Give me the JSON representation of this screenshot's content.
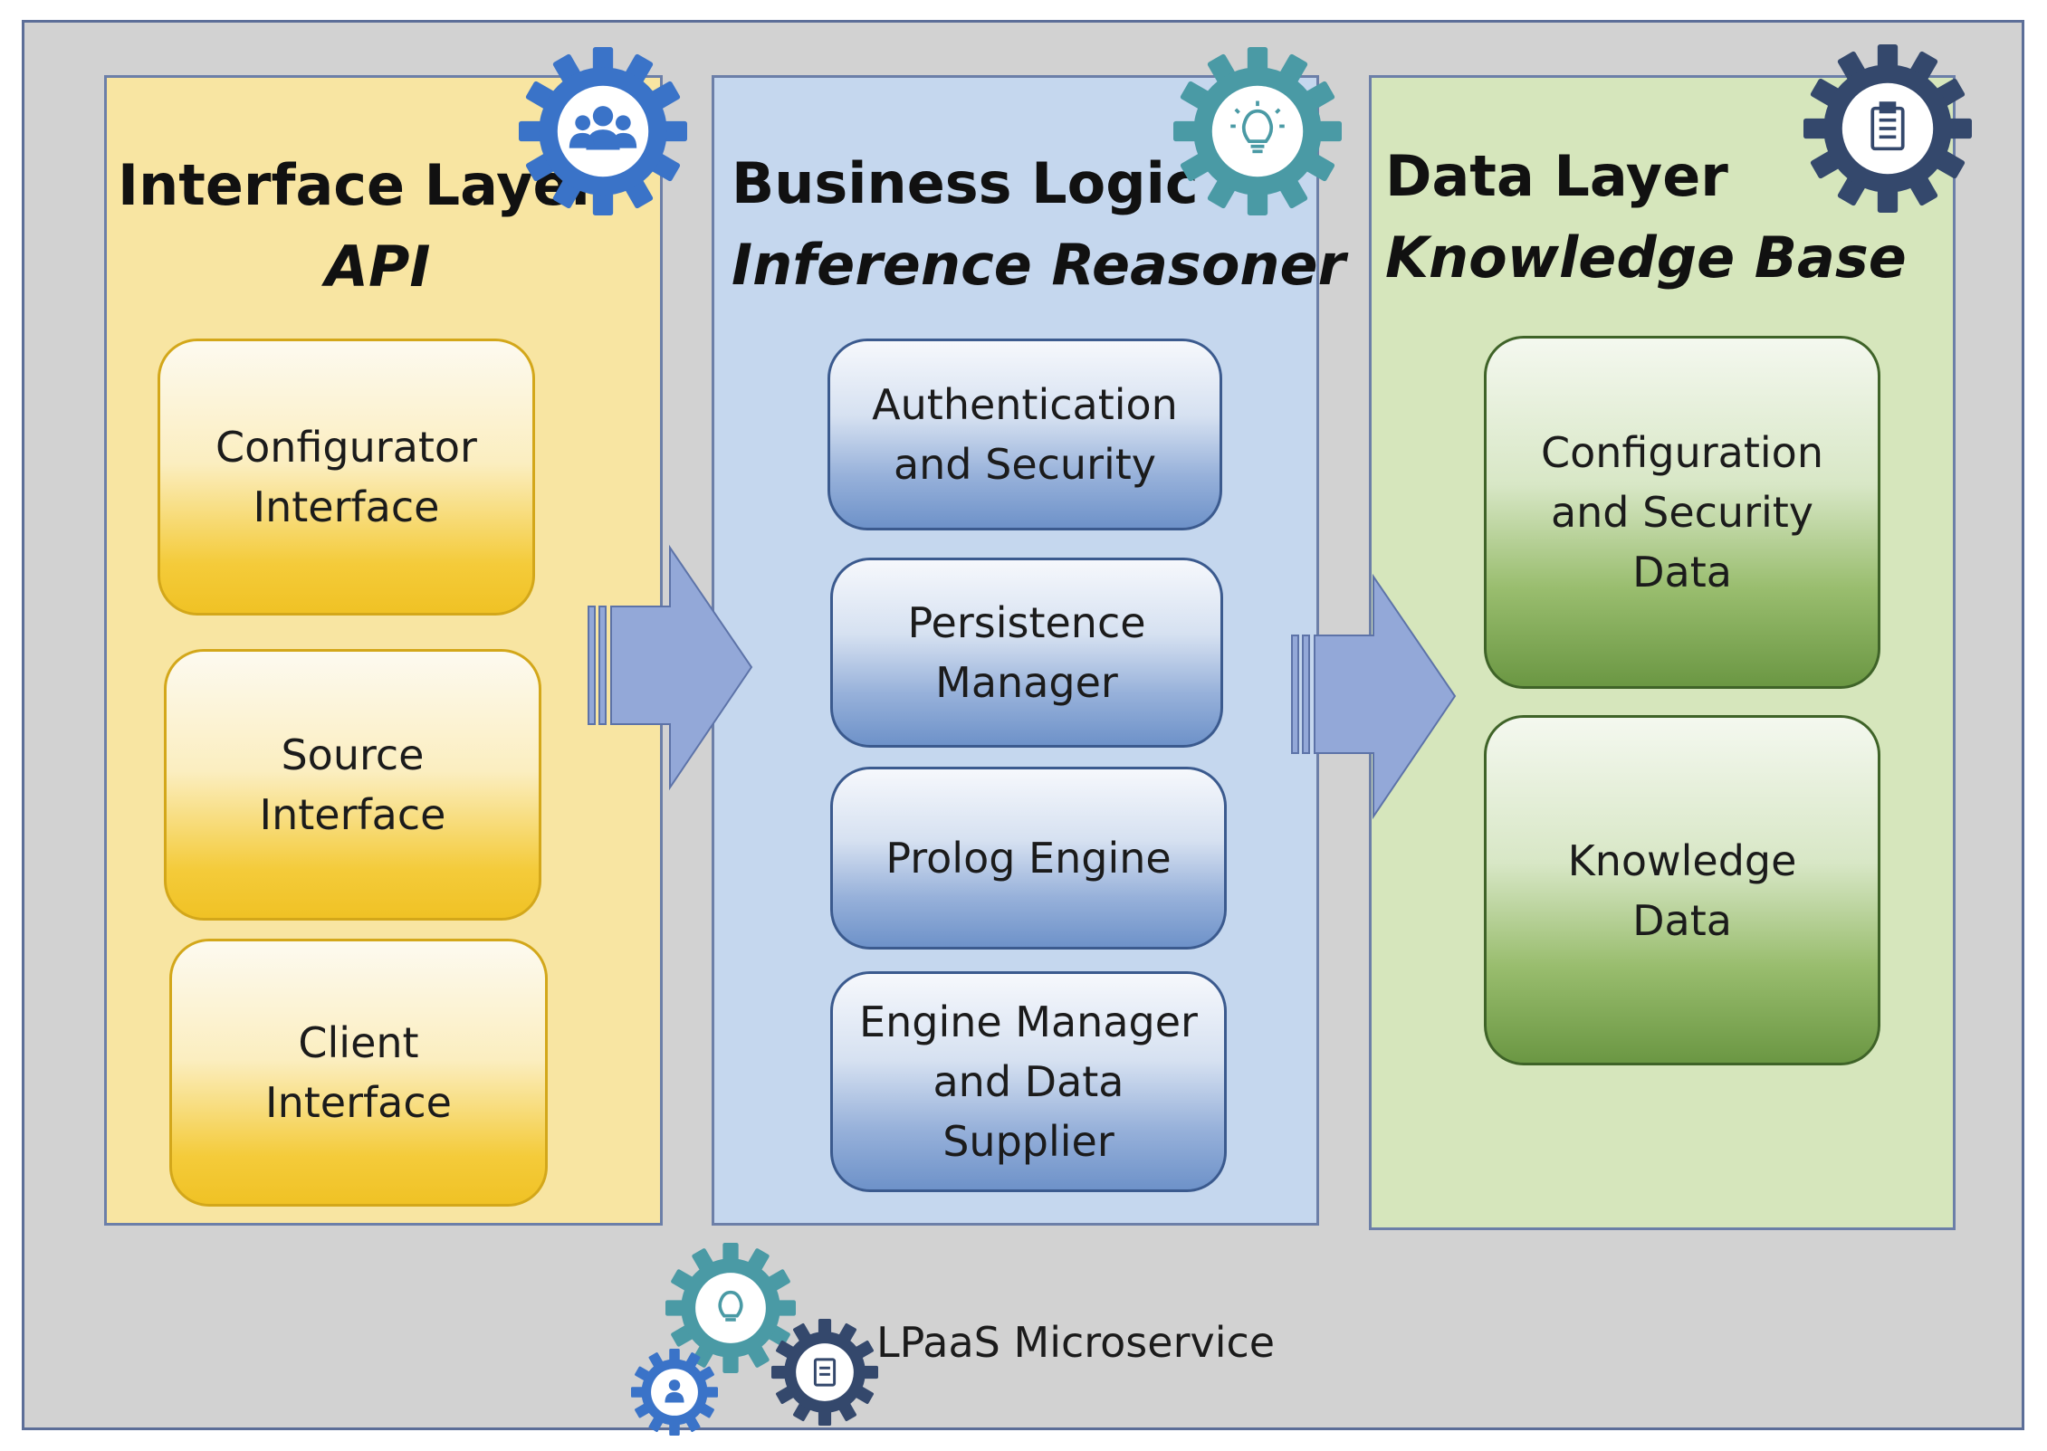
{
  "diagram": {
    "layers": [
      {
        "title": "Interface Layer",
        "subtitle": "API",
        "icon": "users-gear-icon",
        "color": "#3a73c8",
        "components": [
          "Configurator\nInterface",
          "Source\nInterface",
          "Client\nInterface"
        ]
      },
      {
        "title": "Business Logic",
        "subtitle": "Inference Reasoner",
        "icon": "lightbulb-gear-icon",
        "color": "#4a9aa5",
        "components": [
          "Authentication\nand Security",
          "Persistence\nManager",
          "Prolog Engine",
          "Engine Manager\nand Data\nSupplier"
        ]
      },
      {
        "title": "Data Layer",
        "subtitle": "Knowledge Base",
        "icon": "clipboard-gear-icon",
        "color": "#34486c",
        "components": [
          "Configuration\nand Security\nData",
          "Knowledge\nData"
        ]
      }
    ],
    "footer_label": "LPaaS Microservice"
  }
}
